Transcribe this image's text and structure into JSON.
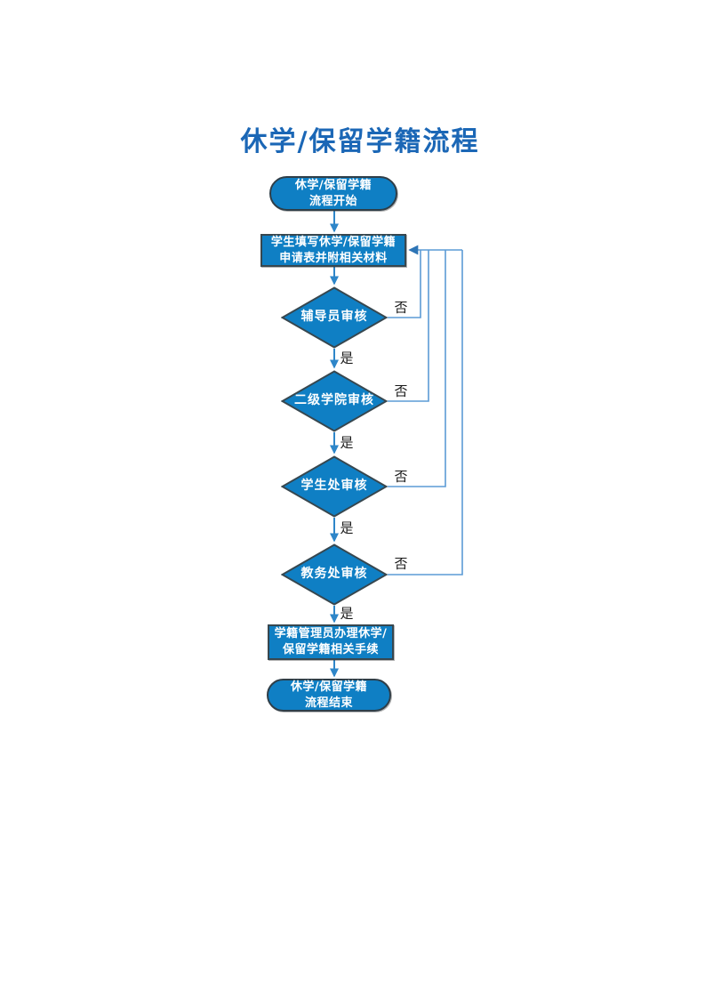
{
  "page": {
    "title": "休学/保留学籍流程"
  },
  "colors": {
    "node_fill": "#0F7FC4",
    "node_border": "#37474F",
    "node_text": "#FFFFFF",
    "arrow_line": "#2E86C9",
    "feedback_line": "#5B9BD5",
    "arrowhead": "#2E75B6",
    "title_text": "#1B67B6",
    "edge_label_text": "#1A1A1A"
  },
  "flow": {
    "start": {
      "line1": "休学/保留学籍",
      "line2": "流程开始"
    },
    "fill_form": {
      "line1": "学生填写休学/保留学籍",
      "line2": "申请表并附相关材料"
    },
    "decisions": [
      {
        "label": "辅导员审核",
        "yes": "是",
        "no": "否"
      },
      {
        "label": "二级学院审核",
        "yes": "是",
        "no": "否"
      },
      {
        "label": "学生处审核",
        "yes": "是",
        "no": "否"
      },
      {
        "label": "教务处审核",
        "yes": "是",
        "no": "否"
      }
    ],
    "process": {
      "line1": "学籍管理员办理休学/",
      "line2": "保留学籍相关手续"
    },
    "end": {
      "line1": "休学/保留学籍",
      "line2": "流程结束"
    }
  }
}
